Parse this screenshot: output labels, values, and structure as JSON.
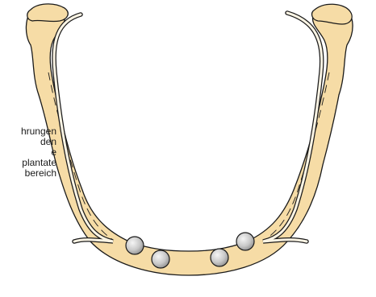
{
  "annotation": {
    "lines": [
      "hrungen",
      "den",
      "e",
      "plantate",
      "bereich"
    ]
  },
  "colors": {
    "bone_fill": "#f6dca6",
    "outline": "#1a1a1a",
    "ligament_fill": "#fbf4e4",
    "implant_fill": "#c9c9c9",
    "implant_highlight": "#f2f2f2"
  },
  "icons": {
    "implant": "sphere-icon"
  }
}
